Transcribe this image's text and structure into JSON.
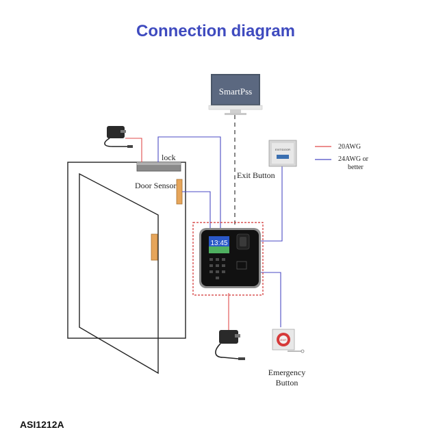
{
  "title": "Connection diagram",
  "model": "ASI1212A",
  "computer": {
    "label": "SmartPss"
  },
  "labels": {
    "lock": "lock",
    "door_sensor": "Door Sensor",
    "exit_button": "Exit Button",
    "emergency_button_line1": "Emergency",
    "emergency_button_line2": "Button"
  },
  "device": {
    "screen_time": "13:45",
    "exit_plate_text": "EXIT/DOOR",
    "emergency_text": "EXIT"
  },
  "legend": {
    "items": [
      {
        "label": "20AWG",
        "color": "#e04a4a"
      },
      {
        "label_line1": "24AWG or",
        "label_line2": "better",
        "color": "#4a4ac4"
      }
    ]
  },
  "colors": {
    "title": "#3f4bbf",
    "power_wire": "#e04a4a",
    "signal_wire": "#4a4ac4",
    "dashed_border": "#d03030",
    "door_frame": "#222222",
    "lock_hardware": "#e0a050"
  }
}
